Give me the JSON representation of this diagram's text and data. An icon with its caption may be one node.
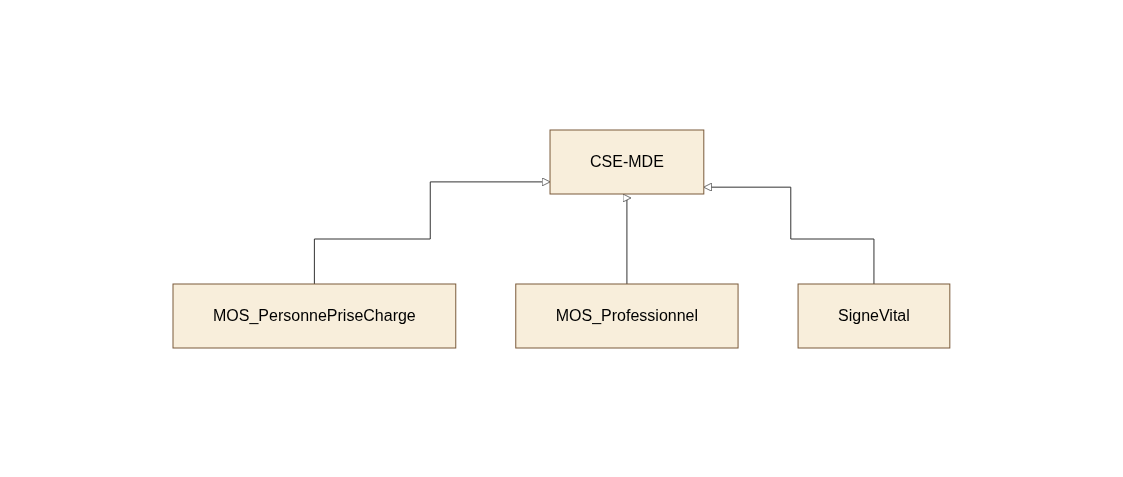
{
  "diagram": {
    "nodes": [
      {
        "text": [
          "CSE-MDE"
        ]
      },
      {
        "text": [
          "MOS_PersonnePriseCharge"
        ]
      },
      {
        "text": [
          "MOS_Professionnel"
        ]
      },
      {
        "text": [
          "SigneVital"
        ]
      }
    ],
    "edges": [
      {
        "from": 1,
        "to": 0,
        "arrow": "to"
      },
      {
        "from": 2,
        "to": 0,
        "arrow": "to"
      },
      {
        "from": 3,
        "to": 0,
        "arrow": "to"
      }
    ]
  }
}
